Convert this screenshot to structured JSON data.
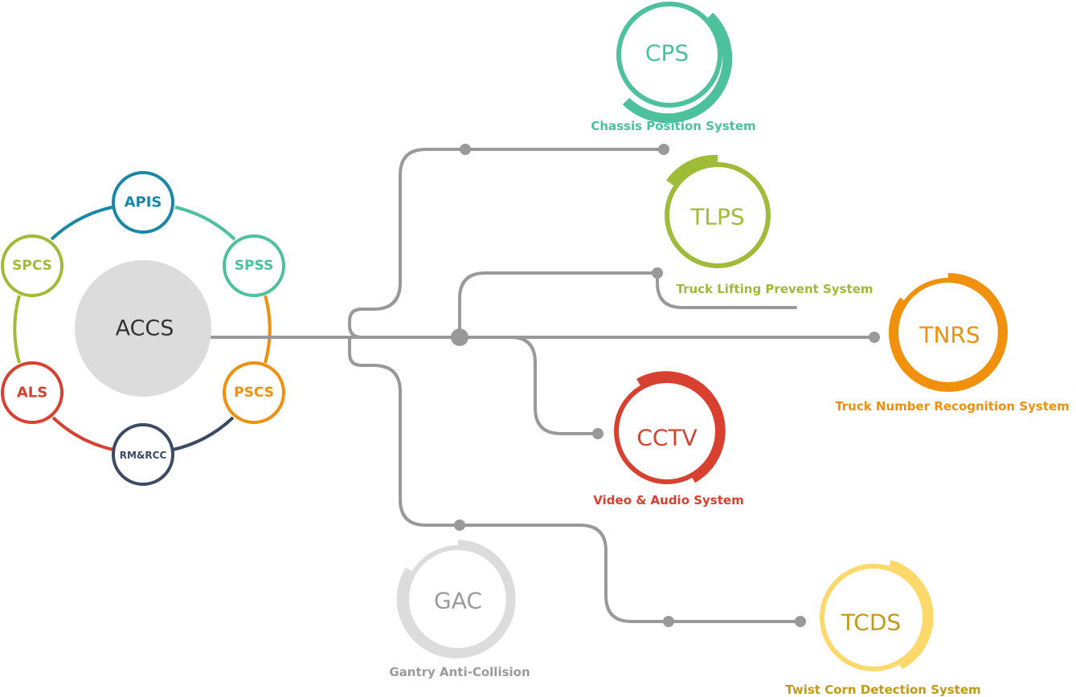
{
  "hub": {
    "label": "ACCS",
    "color": "#dcdcdc",
    "text_color": "#333333"
  },
  "ring_nodes": [
    {
      "id": "apis",
      "label": "APIS",
      "color": "#1a86a8"
    },
    {
      "id": "spss",
      "label": "SPSS",
      "color": "#4cc19b"
    },
    {
      "id": "pscs",
      "label": "PSCS",
      "color": "#f0900c"
    },
    {
      "id": "rmrcc",
      "label": "RM&RCC",
      "color": "#3d4a64"
    },
    {
      "id": "als",
      "label": "ALS",
      "color": "#d8412f"
    },
    {
      "id": "spcs",
      "label": "SPCS",
      "color": "#9fbb38"
    }
  ],
  "systems": [
    {
      "id": "cps",
      "label": "CPS",
      "caption": "Chassis Position System",
      "color": "#4cc19b"
    },
    {
      "id": "tlps",
      "label": "TLPS",
      "caption": "Truck Lifting Prevent System",
      "color": "#9fbb38"
    },
    {
      "id": "tnrs",
      "label": "TNRS",
      "caption": "Truck Number Recognition System",
      "color": "#f0900c"
    },
    {
      "id": "cctv",
      "label": "CCTV",
      "caption": "Video & Audio System",
      "color": "#d8412f"
    },
    {
      "id": "gac",
      "label": "GAC",
      "caption": "Gantry Anti-Collision",
      "color": "#dcdcdc",
      "text_color": "#9a9a9a"
    },
    {
      "id": "tcds",
      "label": "TCDS",
      "caption": "Twist Corn Detection System",
      "color": "#fdd86a",
      "text_color": "#c39a18"
    }
  ],
  "connector_color": "#999999"
}
